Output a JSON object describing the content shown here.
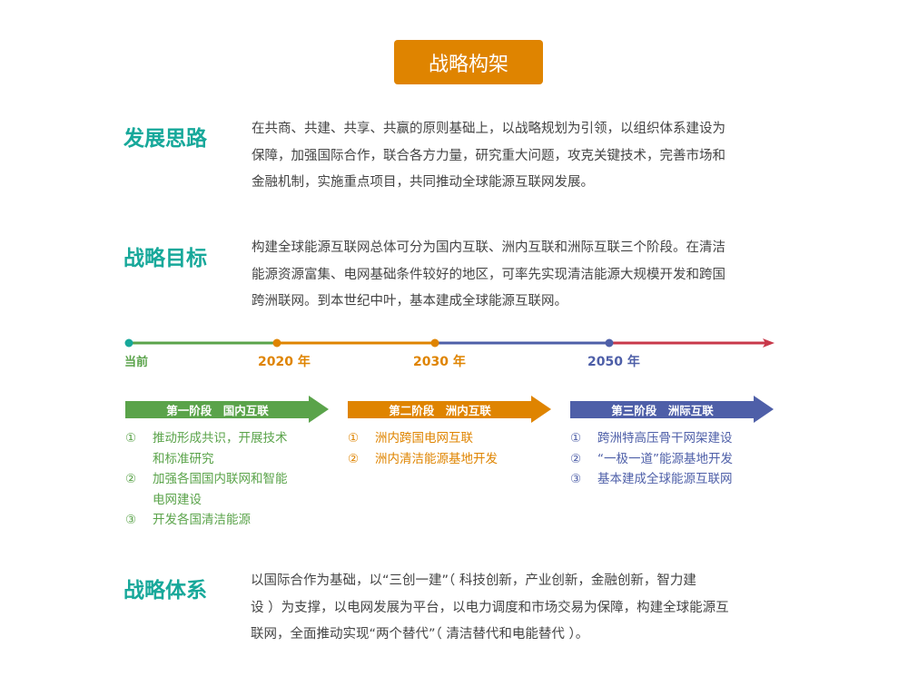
{
  "title": "战略构架",
  "colors": {
    "accent": "#df8400",
    "heading": "#17a89a",
    "green": "#5aa34a",
    "orange": "#df8400",
    "blue": "#4e5fa8",
    "red": "#c8384a"
  },
  "sections": [
    {
      "heading": "发展思路",
      "lines": [
        "在共商、共建、共享、共赢的原则基础上，以战略规划为引领，以组织体系建设为",
        "保障，加强国际合作，联合各方力量，研究重大问题，攻克关键技术，完善市场和",
        "金融机制，实施重点项目，共同推动全球能源互联网发展。"
      ]
    },
    {
      "heading": "战略目标",
      "lines": [
        "构建全球能源互联网总体可分为国内互联、洲内互联和洲际互联三个阶段。在清洁",
        "能源资源富集、电网基础条件较好的地区，可率先实现清洁能源大规模开发和跨国",
        "跨洲联网。到本世纪中叶，基本建成全球能源互联网。"
      ]
    },
    {
      "heading": "战略体系",
      "lines": [
        "以国际合作为基础，以“三创一建”（ 科技创新，产业创新，金融创新，智力建",
        "设 ）为支撑，以电网发展为平台，以电力调度和市场交易为保障，构建全球能源互",
        "联网，全面推动实现“两个替代”（ 清洁替代和电能替代 ）。"
      ]
    }
  ],
  "timeline": {
    "labels": [
      "当前",
      "2020 年",
      "2030 年",
      "2050 年"
    ]
  },
  "phases": [
    {
      "label": "第一阶段　国内互联",
      "items": [
        {
          "num": "①",
          "lines": [
            "推动形成共识，开展技术",
            "和标准研究"
          ]
        },
        {
          "num": "②",
          "lines": [
            "加强各国国内联网和智能",
            "电网建设"
          ]
        },
        {
          "num": "③",
          "lines": [
            "开发各国清洁能源"
          ]
        }
      ]
    },
    {
      "label": "第二阶段　洲内互联",
      "items": [
        {
          "num": "①",
          "lines": [
            "洲内跨国电网互联"
          ]
        },
        {
          "num": "②",
          "lines": [
            "洲内清洁能源基地开发"
          ]
        }
      ]
    },
    {
      "label": "第三阶段　洲际互联",
      "items": [
        {
          "num": "①",
          "lines": [
            "跨洲特高压骨干网架建设"
          ]
        },
        {
          "num": "②",
          "lines": [
            "“一极一道”能源基地开发"
          ]
        },
        {
          "num": "③",
          "lines": [
            "基本建成全球能源互联网"
          ]
        }
      ]
    }
  ]
}
